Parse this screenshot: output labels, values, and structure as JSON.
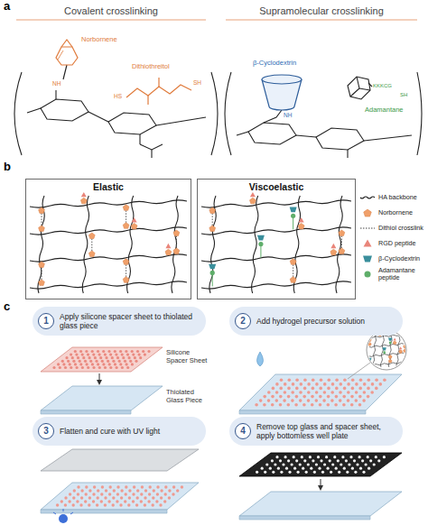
{
  "diagram": {
    "nodes": [
      {
        "text": [
          "Elastic"
        ]
      },
      {
        "text": [
          "Viscoelastic"
        ]
      },
      {
        "text": [
          "1",
          "Apply silicone spacer sheet to thiolated glass piece"
        ]
      },
      {
        "text": [
          "2",
          "Add hydrogel precursor solution"
        ]
      },
      {
        "text": [
          "3",
          "Flatten and cure with UV light"
        ]
      },
      {
        "text": [
          "4",
          "Remove top glass and spacer sheet, apply bottomless well plate"
        ]
      }
    ],
    "labels": [
      "a",
      "Covalent crosslinking",
      "Supramolecular crosslinking",
      "Norbornene",
      "Dithiothreitol",
      "HS",
      "SH",
      "NH",
      "β-Cyclodextrin",
      "Adamantane",
      "KKKCG",
      "SH",
      "NH",
      "b",
      "c",
      "Silicone Spacer Sheet",
      "Thiolated Glass Piece"
    ],
    "legend": [
      {
        "text": "HA backbone"
      },
      {
        "text": "Norbornene"
      },
      {
        "text": "Dithiol crosslink"
      },
      {
        "text": "RGD peptide"
      },
      {
        "text": "β-Cyclodextrin"
      },
      {
        "text": "Adamantane peptide"
      }
    ]
  }
}
